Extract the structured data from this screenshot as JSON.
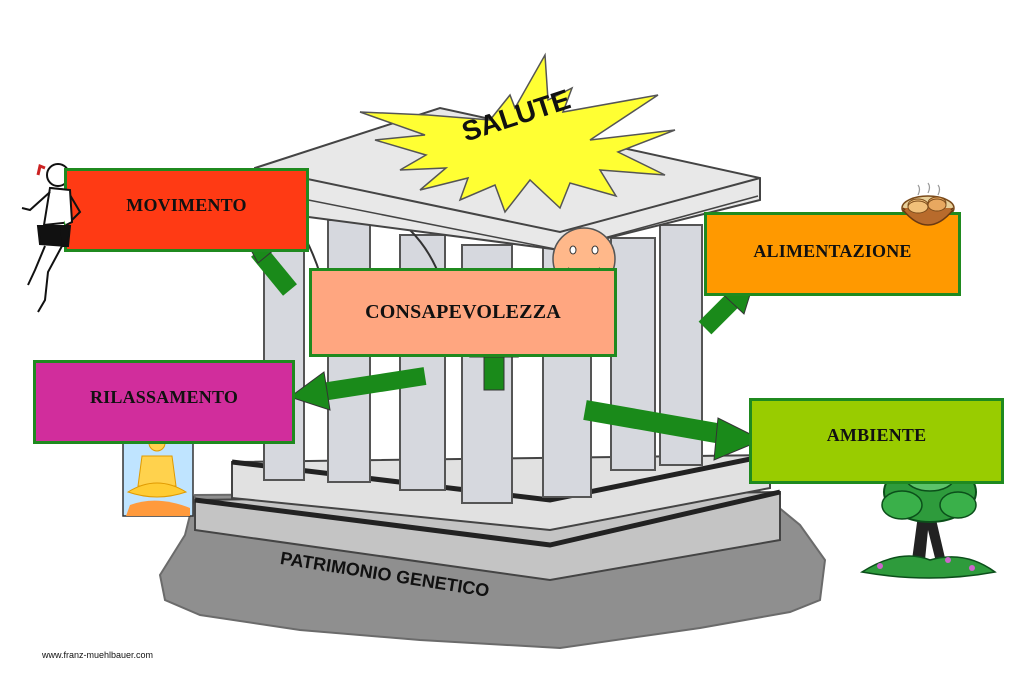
{
  "labels": {
    "salute": "SALUTE",
    "center": "CONSAPEVOLEZZA",
    "movimento": "MOVIMENTO",
    "rilassamento": "RILASSAMENTO",
    "alimentazione": "ALIMENTAZIONE",
    "ambiente": "AMBIENTE",
    "base": "PATRIMONIO GENETICO"
  },
  "credit": "www.franz-muehlbauer.com",
  "colors": {
    "movimento": "#ff3a14",
    "consapevolezza": "#ffa680",
    "rilassamento": "#d12d9c",
    "alimentazione": "#ff9900",
    "ambiente": "#99cc00",
    "box_border": "#1f8a1f",
    "arrow": "#1a8a1a",
    "burst": "#ffff33"
  },
  "icons": [
    "runner-icon",
    "smiley-icon",
    "bread-basket-icon",
    "meditation-icon",
    "tree-icon"
  ]
}
